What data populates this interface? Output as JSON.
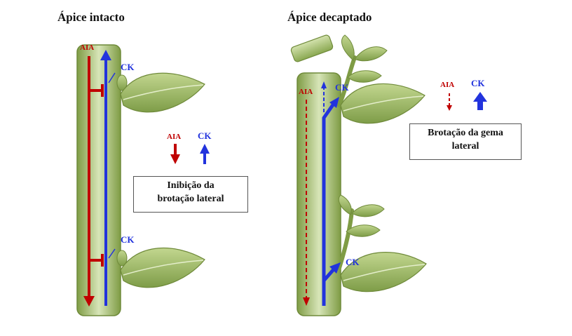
{
  "left_panel": {
    "title": "Ápice intacto",
    "labels": {
      "aia_top": "AIA",
      "ck_top": "CK",
      "ck_bottom": "CK",
      "legend_aia": "AIA",
      "legend_ck": "CK"
    },
    "box": {
      "line1": "Inibição da",
      "line2": "brotação lateral"
    }
  },
  "right_panel": {
    "title": "Ápice decaptado",
    "labels": {
      "aia_stem": "AIA",
      "ck_upper": "CK",
      "ck_lower": "CK",
      "legend_aia": "AIA",
      "legend_ck": "CK"
    },
    "box": {
      "line1": "Brotação da gema",
      "line2": "lateral"
    }
  },
  "colors": {
    "auxin": "#c00000",
    "cytokinin": "#2233dd",
    "stem": "#8fae57",
    "leaf": "#94b35c"
  }
}
